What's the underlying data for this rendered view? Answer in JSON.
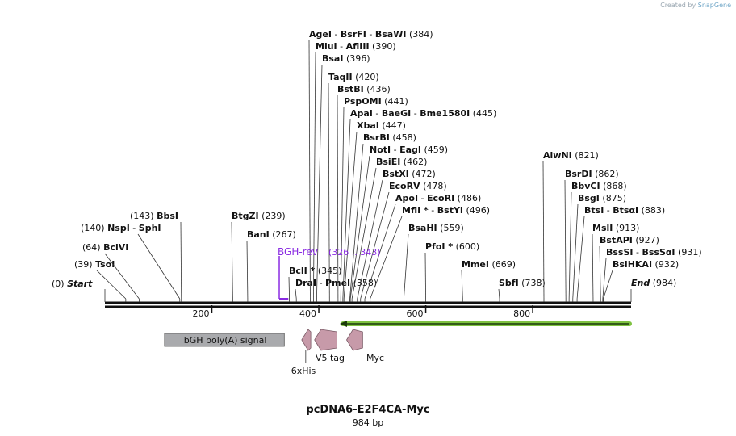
{
  "credit": {
    "prefix": "Created by",
    "brand": "SnapGene"
  },
  "map": {
    "name": "pcDNA6-E2F4CA-Myc",
    "length_label": "984 bp",
    "length": 984
  },
  "ruler": {
    "ticks": [
      "200",
      "400",
      "600",
      "800"
    ],
    "tick_values": [
      200,
      400,
      600,
      800
    ]
  },
  "sites": [
    {
      "pos": 0,
      "parts": [
        "Start"
      ],
      "stars": [
        false
      ],
      "num": "(0)",
      "ends": true
    },
    {
      "pos": 39,
      "parts": [
        "TsoI"
      ],
      "stars": [
        false
      ],
      "num": "(39)"
    },
    {
      "pos": 64,
      "parts": [
        "BciVI"
      ],
      "stars": [
        false
      ],
      "num": "(64)"
    },
    {
      "pos": 140,
      "parts": [
        "NspI",
        "SphI"
      ],
      "stars": [
        false,
        false
      ],
      "num": "(140)"
    },
    {
      "pos": 143,
      "parts": [
        "BbsI"
      ],
      "stars": [
        false
      ],
      "num": "(143)"
    },
    {
      "pos": 239,
      "parts": [
        "BtgZI"
      ],
      "stars": [
        false
      ],
      "num": "(239)"
    },
    {
      "pos": 267,
      "parts": [
        "BanI"
      ],
      "stars": [
        false
      ],
      "num": "(267)"
    },
    {
      "pos": 345,
      "parts": [
        "BclI"
      ],
      "stars": [
        true
      ],
      "num": "(345)"
    },
    {
      "pos": 358,
      "parts": [
        "DraI",
        "PmeI"
      ],
      "stars": [
        false,
        false
      ],
      "num": "(358)"
    },
    {
      "pos": 384,
      "parts": [
        "AgeI",
        "BsrFI",
        "BsaWI"
      ],
      "stars": [
        false,
        false,
        false
      ],
      "num": "(384)"
    },
    {
      "pos": 390,
      "parts": [
        "MluI",
        "AflIII"
      ],
      "stars": [
        false,
        false
      ],
      "num": "(390)"
    },
    {
      "pos": 396,
      "parts": [
        "BsaI"
      ],
      "stars": [
        false
      ],
      "num": "(396)"
    },
    {
      "pos": 420,
      "parts": [
        "TaqII"
      ],
      "stars": [
        false
      ],
      "num": "(420)"
    },
    {
      "pos": 436,
      "parts": [
        "BstBI"
      ],
      "stars": [
        false
      ],
      "num": "(436)"
    },
    {
      "pos": 441,
      "parts": [
        "PspOMI"
      ],
      "stars": [
        false
      ],
      "num": "(441)"
    },
    {
      "pos": 445,
      "parts": [
        "ApaI",
        "BaeGI",
        "Bme1580I"
      ],
      "stars": [
        false,
        false,
        false
      ],
      "num": "(445)"
    },
    {
      "pos": 447,
      "parts": [
        "XbaI"
      ],
      "stars": [
        false
      ],
      "num": "(447)"
    },
    {
      "pos": 458,
      "parts": [
        "BsrBI"
      ],
      "stars": [
        false
      ],
      "num": "(458)"
    },
    {
      "pos": 459,
      "parts": [
        "NotI",
        "EagI"
      ],
      "stars": [
        false,
        false
      ],
      "num": "(459)"
    },
    {
      "pos": 462,
      "parts": [
        "BsiEI"
      ],
      "stars": [
        false
      ],
      "num": "(462)"
    },
    {
      "pos": 472,
      "parts": [
        "BstXI"
      ],
      "stars": [
        false
      ],
      "num": "(472)"
    },
    {
      "pos": 478,
      "parts": [
        "EcoRV"
      ],
      "stars": [
        false
      ],
      "num": "(478)"
    },
    {
      "pos": 486,
      "parts": [
        "ApoI",
        "EcoRI"
      ],
      "stars": [
        false,
        false
      ],
      "num": "(486)"
    },
    {
      "pos": 496,
      "parts": [
        "MflI",
        "BstYI"
      ],
      "stars": [
        true,
        false
      ],
      "num": "(496)"
    },
    {
      "pos": 559,
      "parts": [
        "BsaHI"
      ],
      "stars": [
        false
      ],
      "num": "(559)"
    },
    {
      "pos": 600,
      "parts": [
        "PfoI"
      ],
      "stars": [
        true
      ],
      "num": "(600)"
    },
    {
      "pos": 669,
      "parts": [
        "MmeI"
      ],
      "stars": [
        false
      ],
      "num": "(669)"
    },
    {
      "pos": 738,
      "parts": [
        "SbfI"
      ],
      "stars": [
        false
      ],
      "num": "(738)"
    },
    {
      "pos": 821,
      "parts": [
        "AlwNI"
      ],
      "stars": [
        false
      ],
      "num": "(821)"
    },
    {
      "pos": 862,
      "parts": [
        "BsrDI"
      ],
      "stars": [
        false
      ],
      "num": "(862)"
    },
    {
      "pos": 868,
      "parts": [
        "BbvCI"
      ],
      "stars": [
        false
      ],
      "num": "(868)"
    },
    {
      "pos": 875,
      "parts": [
        "BsgI"
      ],
      "stars": [
        false
      ],
      "num": "(875)"
    },
    {
      "pos": 883,
      "parts": [
        "BtsI",
        "BtsαI"
      ],
      "stars": [
        false,
        false
      ],
      "num": "(883)"
    },
    {
      "pos": 913,
      "parts": [
        "MslI"
      ],
      "stars": [
        false
      ],
      "num": "(913)"
    },
    {
      "pos": 927,
      "parts": [
        "BstAPI"
      ],
      "stars": [
        false
      ],
      "num": "(927)"
    },
    {
      "pos": 931,
      "parts": [
        "BssSI",
        "BssSαI"
      ],
      "stars": [
        false,
        false
      ],
      "num": "(931)"
    },
    {
      "pos": 932,
      "parts": [
        "BsiHKAI"
      ],
      "stars": [
        false
      ],
      "num": "(932)"
    },
    {
      "pos": 984,
      "parts": [
        "End"
      ],
      "stars": [
        false
      ],
      "num": "(984)",
      "ends": true
    }
  ],
  "primer": {
    "name": "BGH-rev",
    "range": "(326 .. 343)",
    "start": 326,
    "end": 343,
    "color": "#8a2be2"
  },
  "features": {
    "polyA": {
      "label": "bGH poly(A) signal",
      "start": 113,
      "end": 337,
      "color": "#a9aaad"
    },
    "his": {
      "label": "6xHis",
      "start": 368,
      "end": 385,
      "color": "#c79aa9"
    },
    "v5": {
      "label": "V5 tag",
      "start": 392,
      "end": 434,
      "color": "#c79aa9"
    },
    "myc": {
      "label": "Myc",
      "start": 452,
      "end": 482,
      "color": "#c79aa9"
    },
    "orf": {
      "start": 492,
      "end": 984,
      "color": "#7fc241"
    }
  }
}
